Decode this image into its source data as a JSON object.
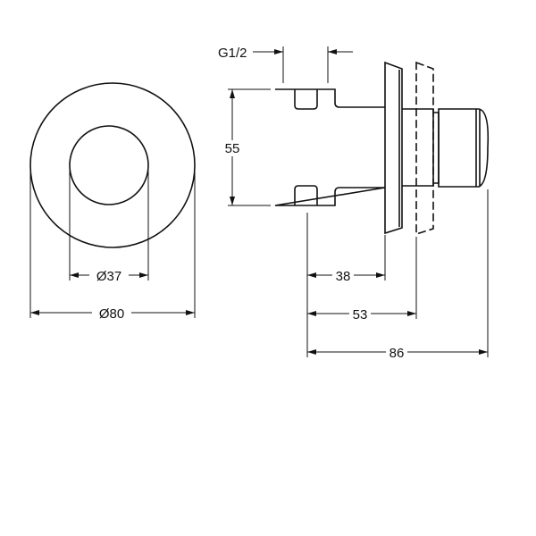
{
  "dimensions": {
    "thread": "G1/2",
    "height": "55",
    "inner_diameter": "Ø37",
    "outer_diameter": "Ø80",
    "flange_depth": "38",
    "max_flange_depth": "53",
    "overall_depth": "86"
  }
}
